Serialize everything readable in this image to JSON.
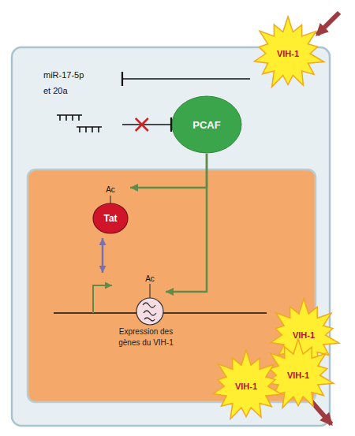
{
  "diagram": {
    "nodes": [
      {
        "text": [
          "VIH-1"
        ]
      },
      {
        "text": [
          "miR-17-5p et 20a"
        ]
      },
      {
        "text": [
          "PCAF"
        ]
      },
      {
        "text": [
          "Ac",
          "Tat"
        ]
      },
      {
        "text": [
          "Ac"
        ]
      },
      {
        "text": [
          "VIH-1"
        ]
      },
      {
        "text": [
          "VIH-1"
        ]
      },
      {
        "text": [
          "VIH-1"
        ]
      }
    ],
    "edges": [
      {
        "from": 0,
        "to": 1,
        "arrow": "to"
      },
      {
        "from": 1,
        "to": 2,
        "arrow": "to"
      },
      {
        "from": 2,
        "to": 3,
        "arrow": "to"
      },
      {
        "from": 2,
        "to": 4,
        "arrow": "to"
      }
    ],
    "labels": [
      "Expression des gènes du VIH-1"
    ]
  }
}
